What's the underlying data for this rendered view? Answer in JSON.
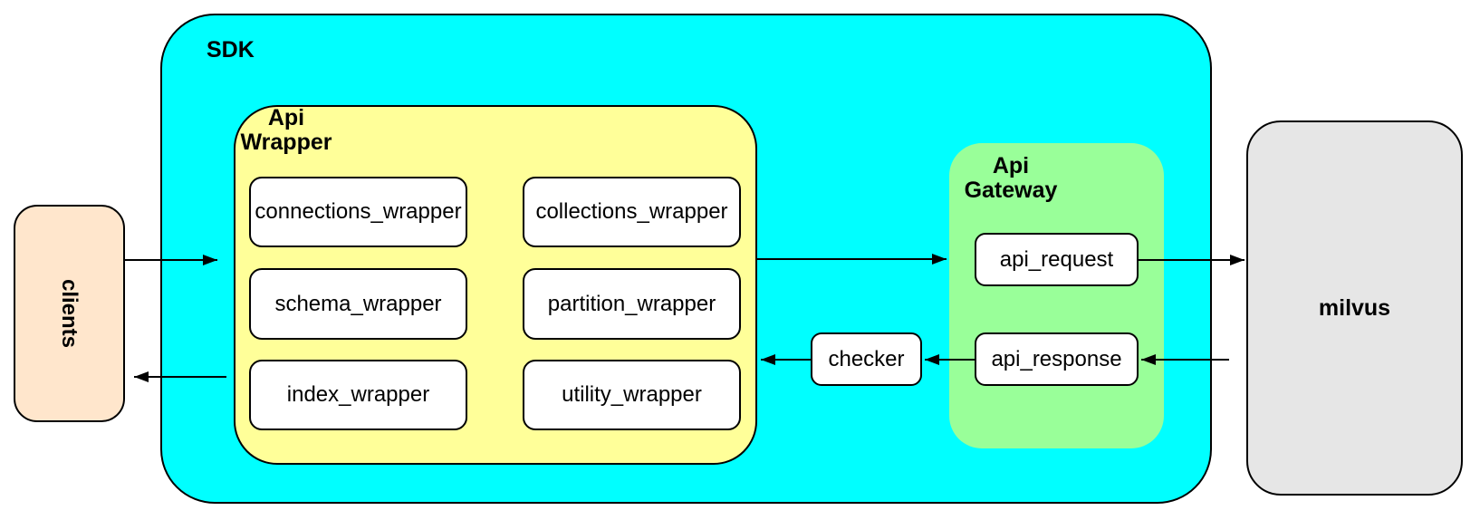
{
  "colors": {
    "sdk-fill": "#00ffff",
    "wrapper-fill": "#ffff99",
    "gateway-fill": "#99ff99",
    "clients-fill": "#ffe6cc",
    "milvus-fill": "#e6e6e6",
    "node-fill": "#ffffff",
    "line": "#000000"
  },
  "clients": {
    "label": "clients"
  },
  "sdk": {
    "label": "SDK",
    "api_wrapper": {
      "label_line1": "Api",
      "label_line2": "Wrapper",
      "items": [
        "connections_wrapper",
        "collections_wrapper",
        "schema_wrapper",
        "partition_wrapper",
        "index_wrapper",
        "utility_wrapper"
      ]
    },
    "checker": {
      "label": "checker"
    },
    "api_gateway": {
      "label_line1": "Api",
      "label_line2": "Gateway",
      "items": [
        "api_request",
        "api_response"
      ]
    }
  },
  "milvus": {
    "label": "milvus"
  }
}
